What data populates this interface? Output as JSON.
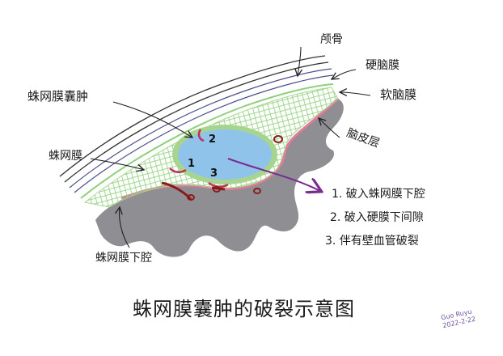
{
  "labels": {
    "skull": "颅骨",
    "dura": "硬脑膜",
    "pia": "软脑膜",
    "cyst": "蛛网膜囊肿",
    "arachnoid": "蛛网膜",
    "cortex": "脑皮层",
    "subarachnoid_space": "蛛网膜下腔"
  },
  "markers": [
    "1",
    "2",
    "3"
  ],
  "notes": [
    "1. 破入蛛网膜下腔",
    "2. 破入硬膜下间隙",
    "3. 伴有壁血管破裂"
  ],
  "title": "蛛网膜囊肿的破裂示意图",
  "signature": {
    "name": "Guo Ruyu",
    "date": "2022-2-22"
  },
  "colors": {
    "cortex": "#8e8e93",
    "cyst_fill": "#8fc3ea",
    "cyst_border": "#a7d58f",
    "arachnoid_mesh": "#8fd07c",
    "pia": "#e5799a",
    "arrow": "#7a2c91",
    "vessel": "#8a1b1b"
  }
}
